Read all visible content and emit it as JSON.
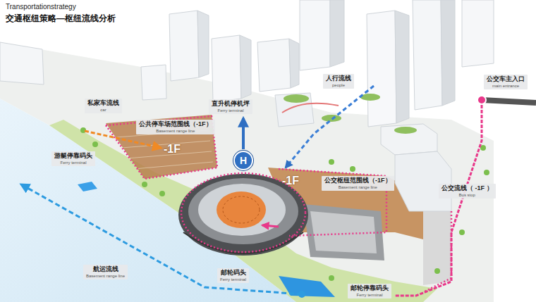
{
  "diagram": {
    "title": "交通枢纽策略—枢纽流线分析",
    "nodes": [
      {
        "text": [
          "私家车流线",
          "car"
        ]
      },
      {
        "text": [
          "直升机停机坪",
          "Ferry terminal"
        ]
      },
      {
        "text": [
          "人行流线",
          "people"
        ]
      },
      {
        "text": [
          "公交车主入口",
          "main entrance"
        ]
      },
      {
        "text": [
          "公共停车场范围线（-1F）",
          "Basement range line"
        ]
      },
      {
        "text": [
          "游艇停靠码头",
          "Ferry terminal"
        ]
      },
      {
        "text": [
          "H"
        ]
      },
      {
        "text": [
          "公交枢纽范围线（-1F）",
          "Basement range line"
        ]
      },
      {
        "text": [
          "公交流线（ -1F ）",
          "Bus stop"
        ]
      },
      {
        "text": [
          "航运流线",
          "Basement range line"
        ]
      },
      {
        "text": [
          "邮轮码头",
          "Ferry terminal"
        ]
      },
      {
        "text": [
          "邮轮停靠码头",
          "Ferry terminal"
        ]
      }
    ],
    "labels": [
      "Transportationstrategy",
      "-1F",
      "-1F"
    ]
  }
}
